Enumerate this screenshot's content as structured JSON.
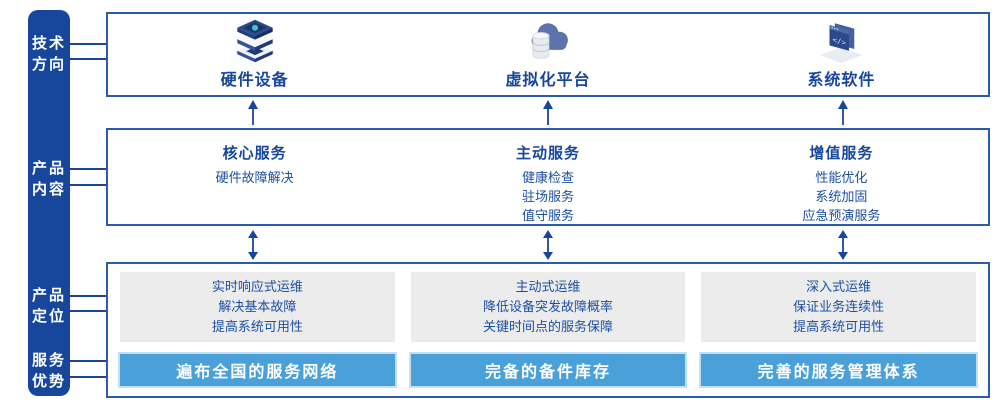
{
  "sidebar": {
    "items": [
      {
        "line1": "技术",
        "line2": "方向"
      },
      {
        "line1": "产品",
        "line2": "内容"
      },
      {
        "line1": "产品",
        "line2": "定位"
      },
      {
        "line1": "服务",
        "line2": "优势"
      }
    ]
  },
  "tech_row": {
    "items": [
      {
        "icon": "server-stack-icon",
        "label": "硬件设备"
      },
      {
        "icon": "cloud-database-icon",
        "label": "虚拟化平台"
      },
      {
        "icon": "code-window-icon",
        "label": "系统软件"
      }
    ]
  },
  "service_row": {
    "columns": [
      {
        "title": "核心服务",
        "items": [
          "硬件故障解决"
        ]
      },
      {
        "title": "主动服务",
        "items": [
          "健康检查",
          "驻场服务",
          "值守服务"
        ]
      },
      {
        "title": "增值服务",
        "items": [
          "性能优化",
          "系统加固",
          "应急预演服务"
        ]
      }
    ]
  },
  "position_row": {
    "columns": [
      {
        "lines": [
          "实时响应式运维",
          "解决基本故障",
          "提高系统可用性"
        ],
        "advantage": "遍布全国的服务网络"
      },
      {
        "lines": [
          "主动式运维",
          "降低设备突发故障概率",
          "关键时间点的服务保障"
        ],
        "advantage": "完备的备件库存"
      },
      {
        "lines": [
          "深入式运维",
          "保证业务连续性",
          "提高系统可用性"
        ],
        "advantage": "完善的服务管理体系"
      }
    ]
  },
  "colors": {
    "navy": "#17479c",
    "box_border": "#2b5cab",
    "bar_blue": "#4aa0d9",
    "bar_border": "#c4e0f4",
    "panel_gray": "#ececec",
    "icon_light_blue": "#8fc6ea"
  }
}
